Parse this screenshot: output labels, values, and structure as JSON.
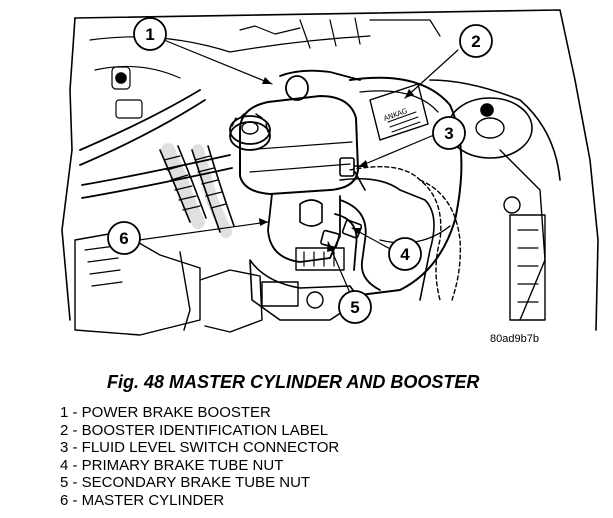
{
  "figure": {
    "image_id": "80ad9b7b",
    "caption": "Fig. 48 MASTER CYLINDER AND BOOSTER",
    "callouts": [
      "1",
      "2",
      "3",
      "4",
      "5",
      "6"
    ],
    "legend": [
      "1 - POWER BRAKE BOOSTER",
      "2 - BOOSTER IDENTIFICATION LABEL",
      "3 - FLUID LEVEL SWITCH CONNECTOR",
      "4 - PRIMARY BRAKE TUBE NUT",
      "5 - SECONDARY BRAKE TUBE NUT",
      "6 - MASTER CYLINDER"
    ],
    "booster_label_text": "ANKAG"
  }
}
